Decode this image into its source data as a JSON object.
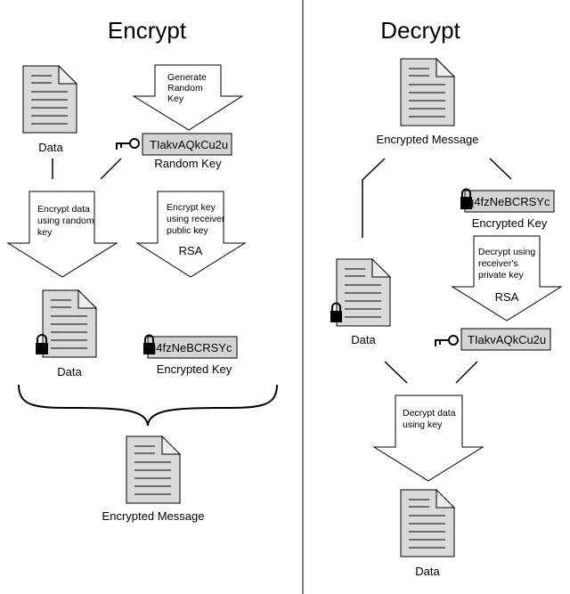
{
  "encrypt": {
    "title": "Encrypt",
    "generate_random_key": [
      "Generate",
      "Random",
      "Key"
    ],
    "random_key_value": "TIakvAQkCu2u",
    "random_key_label": "Random Key",
    "data_label": "Data",
    "encrypt_data_text": [
      "Encrypt data",
      "using random",
      "key"
    ],
    "encrypt_key_text": [
      "Encrypt key",
      "using receiver",
      "public key"
    ],
    "rsa_label": "RSA",
    "encrypted_data_label": "Data",
    "encrypted_key_value": "q4fzNeBCRSYc",
    "encrypted_key_label": "Encrypted Key",
    "encrypted_message_label": "Encrypted Message"
  },
  "decrypt": {
    "title": "Decrypt",
    "encrypted_message_label": "Encrypted Message",
    "encrypted_key_value": "q4fzNeBCRSYc",
    "encrypted_key_label": "Encrypted Key",
    "decrypt_key_text": [
      "Decrypt using",
      "receiver's",
      "private key"
    ],
    "rsa_label": "RSA",
    "data_label": "Data",
    "random_key_value": "TIakvAQkCu2u",
    "decrypt_data_text": [
      "Decrypt data",
      "using key"
    ],
    "final_data_label": "Data"
  }
}
